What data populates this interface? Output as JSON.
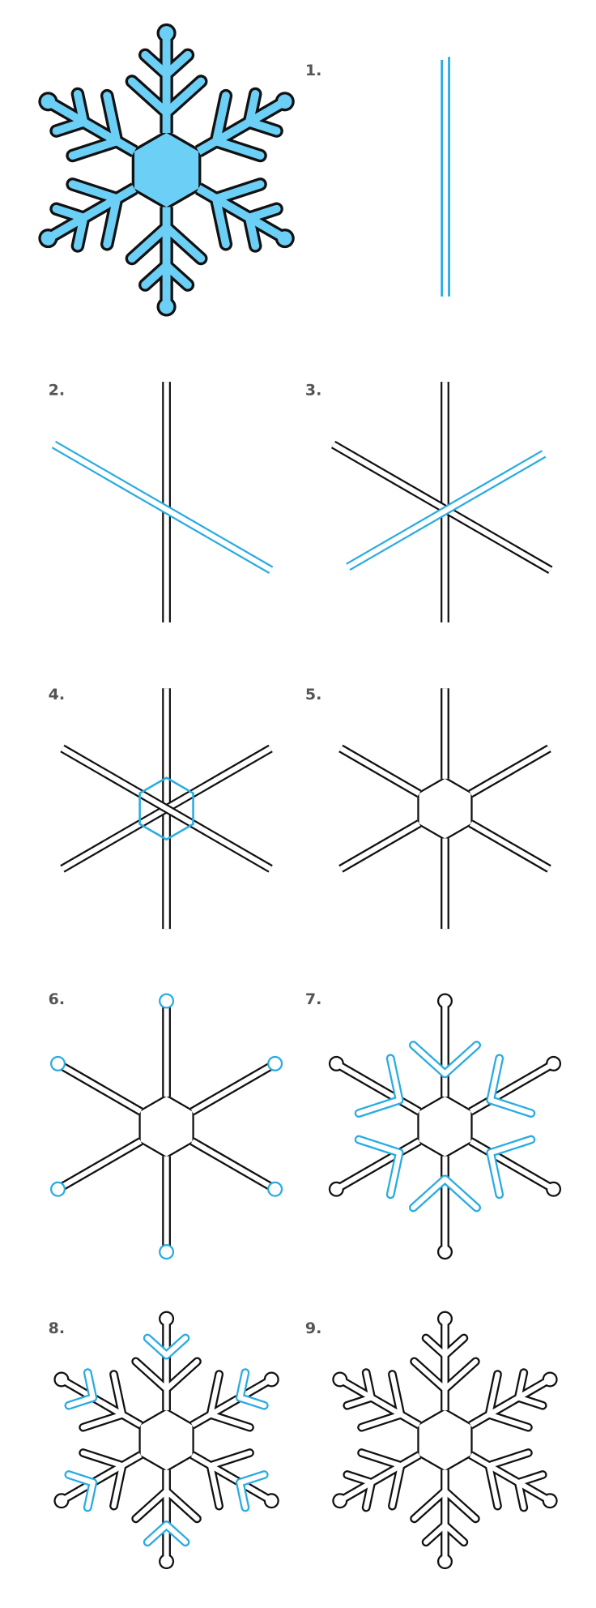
{
  "title": "How to draw a snowflake",
  "steps": [
    {
      "label": "1."
    },
    {
      "label": "2."
    },
    {
      "label": "3."
    },
    {
      "label": "4."
    },
    {
      "label": "5."
    },
    {
      "label": "6."
    },
    {
      "label": "7."
    },
    {
      "label": "8."
    },
    {
      "label": "9."
    }
  ],
  "colors": {
    "highlight": "#29abe2",
    "ink": "#111111",
    "snowflake_fill": "#6ccff6",
    "label": "#555555"
  }
}
